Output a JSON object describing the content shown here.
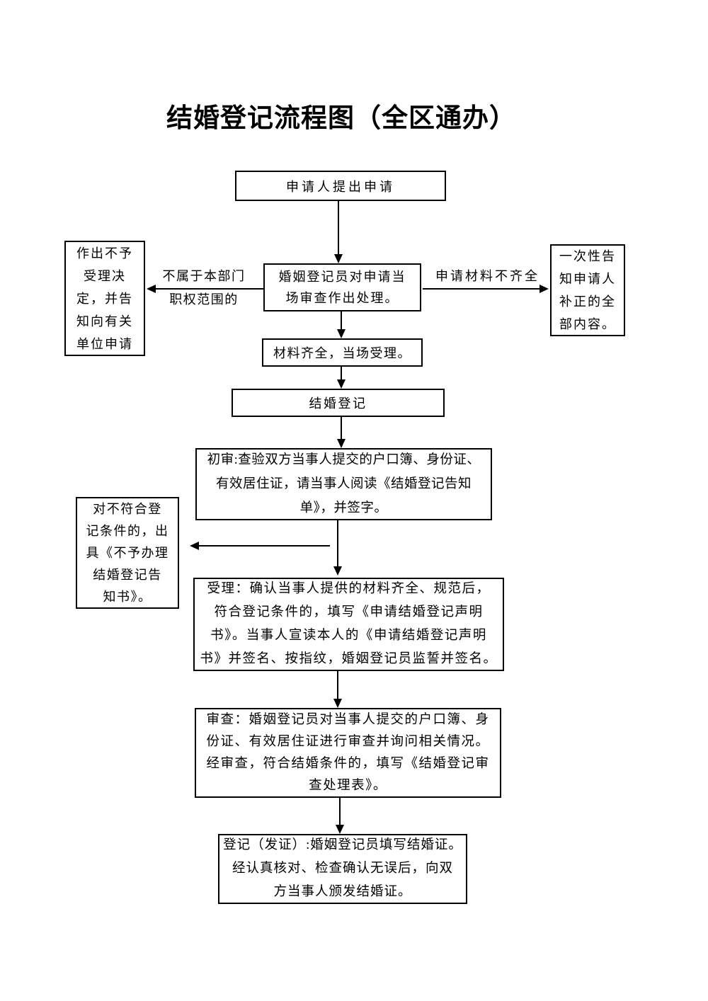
{
  "title": "结婚登记流程图（全区通办）",
  "colors": {
    "ink": "#000000",
    "paper": "#ffffff"
  },
  "flow": {
    "apply": {
      "lines": [
        "申请人提出申请"
      ]
    },
    "onsite_review": {
      "lines": [
        "婚姻登记员对申请当",
        "场审查作出处理。"
      ]
    },
    "reject_decision": {
      "lines": [
        "作出不予",
        "受理决",
        "定，并告",
        "知向有关",
        "单位申请"
      ]
    },
    "branch_not_in_scope": {
      "lines": [
        "不属于本部门",
        "职权范围的"
      ]
    },
    "branch_incomplete": {
      "lines": [
        "申请材料不齐全"
      ]
    },
    "onetime_notify": {
      "lines": [
        "一次性告",
        "知申请人",
        "补正的全",
        "部内容。"
      ]
    },
    "accept_onsite": {
      "lines": [
        "材料齐全，当场受理。"
      ]
    },
    "marriage_registration": {
      "lines": [
        "结婚登记"
      ]
    },
    "preliminary_review": {
      "lines": [
        "初审:查验双方当事人提交的户口簿、身份证、",
        "有效居住证，请当事人阅读《结婚登记告知",
        "单》，并签字。"
      ]
    },
    "not_qualified_notice": {
      "lines": [
        "对不符合登",
        "记条件的，出",
        "具《不予办理",
        "结婚登记告",
        "知书》。"
      ]
    },
    "acceptance": {
      "lines": [
        "受理：确认当事人提供的材料齐全、规范后，",
        "符合登记条件的，填写《申请结婚登记声明",
        "书》。当事人宣读本人的《申请结婚登记声明",
        "书》并签名、按指纹，婚姻登记员监誓并签名。"
      ]
    },
    "examination": {
      "lines": [
        "审查：婚姻登记员对当事人提交的户口簿、身",
        "份证、有效居住证进行审查并询问相关情况。",
        "经审查，符合结婚条件的，填写《结婚登记审",
        "查处理表》。"
      ]
    },
    "certificate_issue": {
      "lines": [
        "登记（发证）:婚姻登记员填写结婚证。",
        "经认真核对、检查确认无误后，向双",
        "方当事人颁发结婚证。"
      ]
    }
  }
}
